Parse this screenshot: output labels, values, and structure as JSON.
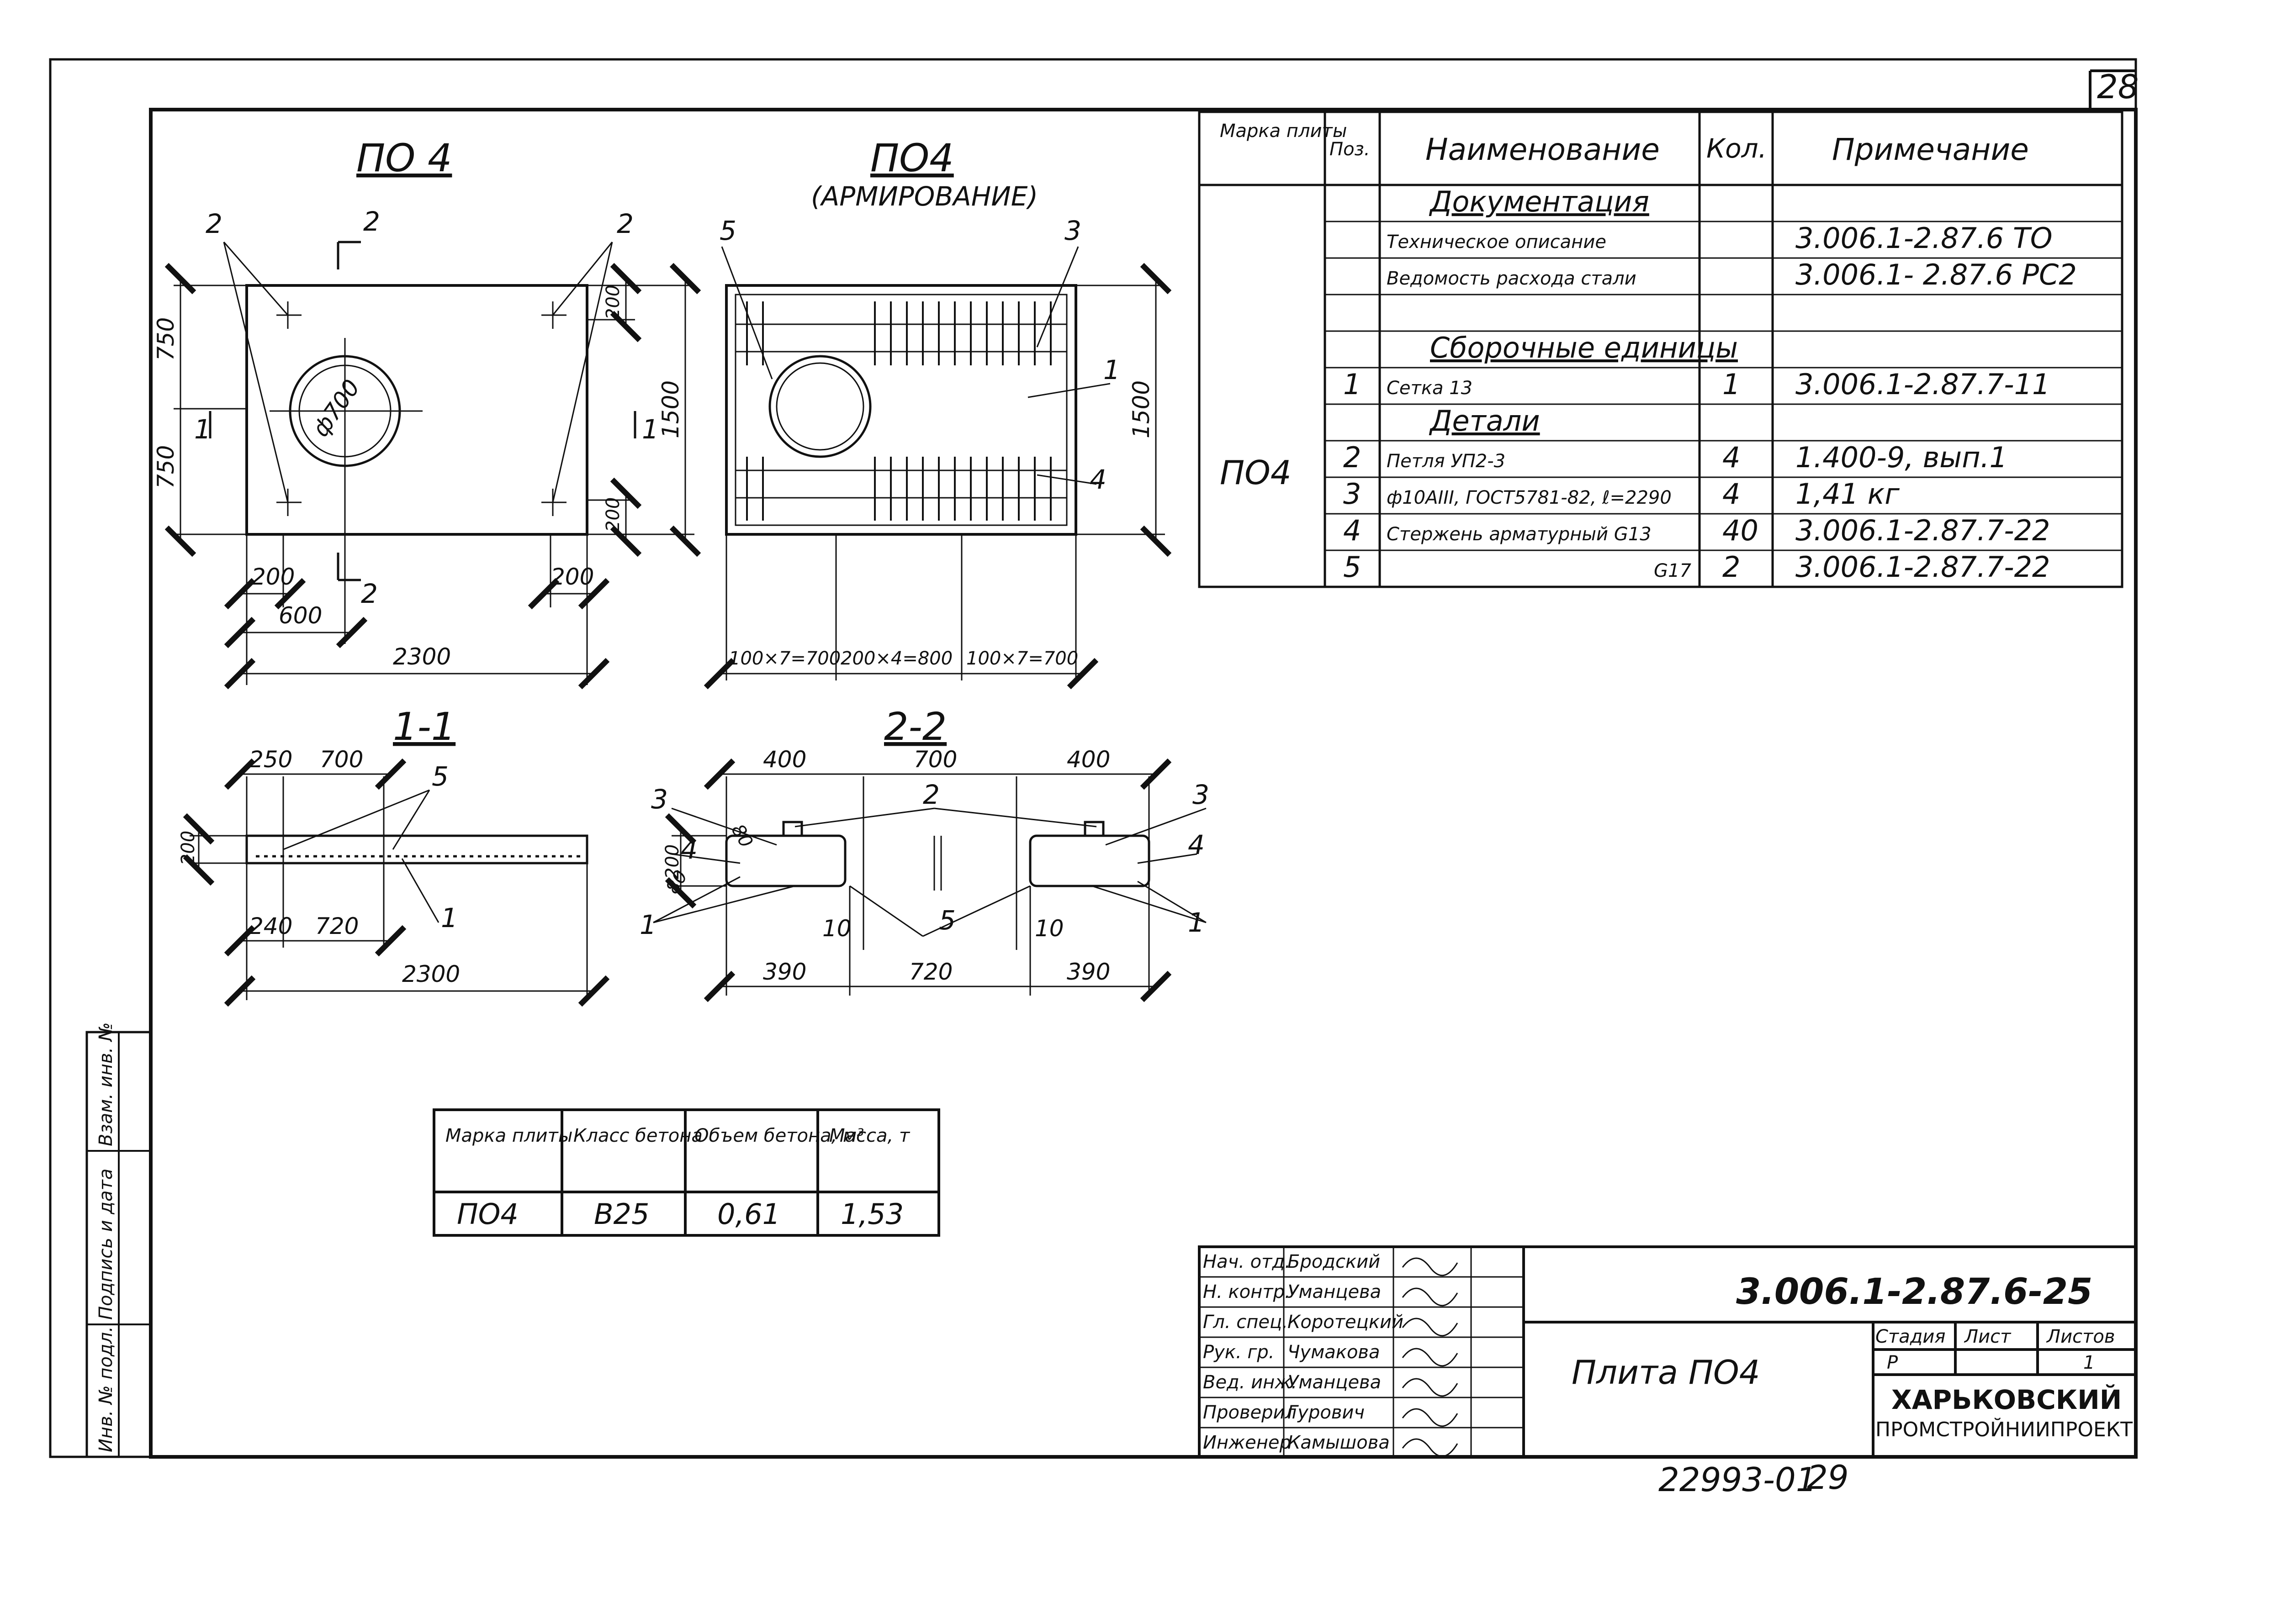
{
  "sheet_number": "28",
  "bottom_note": "22993-01",
  "bottom_page": "29",
  "views": {
    "plan_title": "ПО 4",
    "reinf_title": "ПО4",
    "reinf_subtitle": "(АРМИРОВАНИЕ)",
    "sec11_title": "1-1",
    "sec22_title": "2-2"
  },
  "dims": {
    "d750a": "750",
    "d750b": "750",
    "d1500": "1500",
    "d200a": "200",
    "d200b": "200",
    "d200c": "200",
    "d200d": "200",
    "d600": "600",
    "d2300": "2300",
    "phi700": "ф700",
    "r1500": "1500",
    "r100a": "100×7=700",
    "r200x4": "200×4=800",
    "r100b": "100×7=700",
    "s250": "250",
    "s700": "700",
    "s200": "200",
    "s240": "240",
    "s720": "720",
    "s2300": "2300",
    "t400a": "400",
    "t700": "700",
    "t400b": "400",
    "t200": "200",
    "t80a": "80",
    "t80b": "80",
    "t10a": "10",
    "t10b": "10",
    "t390a": "390",
    "t720": "720",
    "t390b": "390"
  },
  "marks": {
    "m2a": "2",
    "m2b": "2",
    "m2c": "2",
    "m2d": "2",
    "m1a": "1",
    "m1b": "1",
    "m5a": "5",
    "m3a": "3",
    "m1c": "1",
    "m4a": "4",
    "m5b": "5",
    "m1d": "1",
    "m3b": "3",
    "m4b": "4",
    "m1e": "1",
    "m2e": "2",
    "m5c": "5",
    "m3c": "3",
    "m4c": "4",
    "m1f": "1"
  },
  "spec": {
    "headers": [
      "Марка плиты",
      "Поз.",
      "Наименование",
      "Кол.",
      "Примечание"
    ],
    "brand": "ПО4",
    "rows": [
      {
        "pos": "",
        "name": "Документация",
        "qty": "",
        "note": ""
      },
      {
        "pos": "",
        "name": "Техническое описание",
        "qty": "",
        "note": "3.006.1-2.87.6 ТО"
      },
      {
        "pos": "",
        "name": "Ведомость расхода стали",
        "qty": "",
        "note": "3.006.1- 2.87.6  РС2"
      },
      {
        "pos": "",
        "name": "",
        "qty": "",
        "note": ""
      },
      {
        "pos": "",
        "name": "Сборочные единицы",
        "qty": "",
        "note": ""
      },
      {
        "pos": "1",
        "name": "Сетка 13",
        "qty": "1",
        "note": "3.006.1-2.87.7-11"
      },
      {
        "pos": "",
        "name": "Детали",
        "qty": "",
        "note": ""
      },
      {
        "pos": "2",
        "name": "Петля УП2-3",
        "qty": "4",
        "note": "1.400-9, вып.1"
      },
      {
        "pos": "3",
        "name": "ф10АIII, ГОСТ5781-82, ℓ=2290",
        "qty": "4",
        "note": "1,41 кг"
      },
      {
        "pos": "4",
        "name": "Стержень арматурный G13",
        "qty": "40",
        "note": "3.006.1-2.87.7-22"
      },
      {
        "pos": "5",
        "name": "G17",
        "qty": "2",
        "note": "3.006.1-2.87.7-22"
      }
    ]
  },
  "concrete": {
    "headers": [
      "Марка плиты",
      "Класс бетона",
      "Объем бетона, м³",
      "Масса, т"
    ],
    "values": [
      "ПО4",
      "В25",
      "0,61",
      "1,53"
    ]
  },
  "side_stamp": [
    "Инв. № подл.",
    "Подпись и дата",
    "Взам. инв. №"
  ],
  "title_block": {
    "doc_code": "3.006.1-2.87.6-25",
    "item_title": "Плита ПО4",
    "stage_label": "Стадия",
    "sheet_label": "Лист",
    "sheets_label": "Листов",
    "stage": "Р",
    "sheet": "",
    "sheets": "1",
    "org_line1": "ХАРЬКОВСКИЙ",
    "org_line2": "ПРОМСТРОЙНИИПРОЕКТ",
    "people": [
      {
        "role": "Нач. отд.",
        "name": "Бродский"
      },
      {
        "role": "Н. контр.",
        "name": "Уманцева"
      },
      {
        "role": "Гл. спец.",
        "name": "Коротецкий"
      },
      {
        "role": "Рук. гр.",
        "name": "Чумакова"
      },
      {
        "role": "Вед. инж.",
        "name": "Уманцева"
      },
      {
        "role": "Проверил",
        "name": "Гурович"
      },
      {
        "role": "Инженер",
        "name": "Камышова"
      }
    ]
  }
}
